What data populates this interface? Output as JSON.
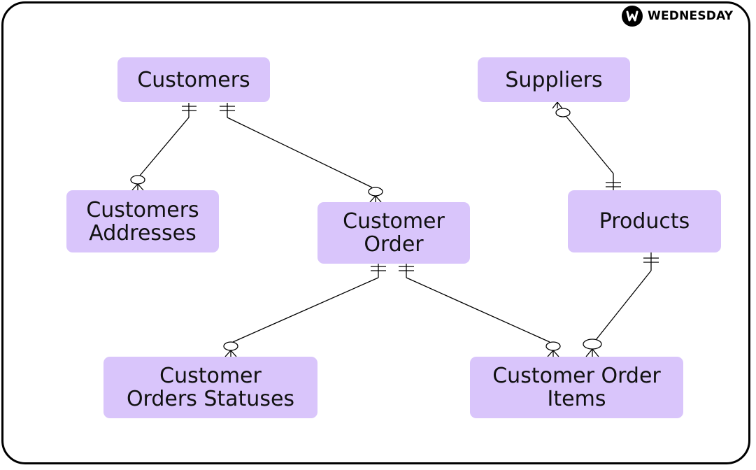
{
  "brand": {
    "name": "WEDNESDAY",
    "icon": "wednesday-logo-icon"
  },
  "entities": {
    "customers": "Customers",
    "suppliers": "Suppliers",
    "customers_addresses": "Customers\nAddresses",
    "customer_order": "Customer\nOrder",
    "products": "Products",
    "customer_orders_statuses": "Customer\nOrders Statuses",
    "customer_order_items": "Customer Order\nItems"
  },
  "relationships": [
    {
      "from": "customers",
      "to": "customers_addresses",
      "from_cardinality": "one-and-only-one",
      "to_cardinality": "zero-or-many"
    },
    {
      "from": "customers",
      "to": "customer_order",
      "from_cardinality": "one-and-only-one",
      "to_cardinality": "zero-or-many"
    },
    {
      "from": "suppliers",
      "to": "products",
      "from_cardinality": "zero-or-many",
      "to_cardinality": "one-and-only-one"
    },
    {
      "from": "customer_order",
      "to": "customer_orders_statuses",
      "from_cardinality": "one-and-only-one",
      "to_cardinality": "zero-or-many"
    },
    {
      "from": "customer_order",
      "to": "customer_order_items",
      "from_cardinality": "one-and-only-one",
      "to_cardinality": "zero-or-many"
    },
    {
      "from": "products",
      "to": "customer_order_items",
      "from_cardinality": "one-and-only-one",
      "to_cardinality": "zero-or-many"
    }
  ],
  "colors": {
    "entity_fill": "#d9c5fb",
    "line": "#000000",
    "frame": "#000000"
  }
}
